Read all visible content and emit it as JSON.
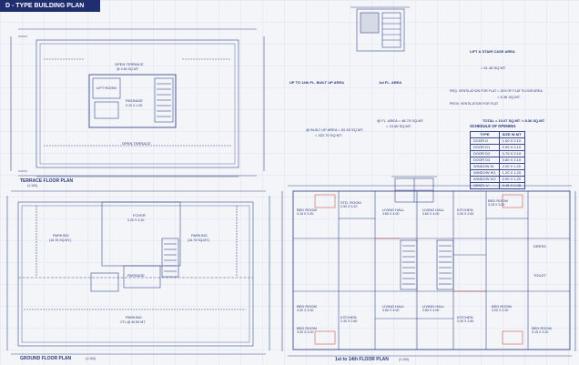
{
  "title": "D - TYPE BUILDING PLAN",
  "terrace": {
    "open_terrace_top": "OPEN TERRACE",
    "open_terrace_top_dim": "@ 4.60 SQ.MT.",
    "open_terrace_bottom": "OPEN TERRACE",
    "lift_room": "LIFT ROOM",
    "passage": "PASSAGE",
    "passage_dim": "3.10 X 1.00",
    "plan_title": "TERRACE  FLOOR PLAN",
    "plan_scale": "(1:100)"
  },
  "ground": {
    "parking_left": "PARKING",
    "parking_left_dim": "(15.76 SQ.MT.)",
    "foyer": "FOYER",
    "foyer_dim": "3.20 X 3.10",
    "parking_right": "PARKING",
    "parking_right_dim": "(15.76 SQ.MT.)",
    "passage": "PASSAGE",
    "parking_bottom": "PARKING",
    "parking_bottom_dim": "CTL @ 40.60 MT.",
    "plan_title": "GROUND FLOOR PLAN",
    "plan_scale": "(1:100)"
  },
  "typical": {
    "plan_title": "1st to 14th  FLOOR PLAN",
    "plan_scale": "(1:100)",
    "rooms": [
      {
        "name": "BED ROOM",
        "dim": "3.15 X 3.20"
      },
      {
        "name": "STD. ROOM",
        "dim": "2.90 X 3.20"
      },
      {
        "name": "LIVING HALL",
        "dim": "3.60 X 4.00"
      },
      {
        "name": "LIVING HALL",
        "dim": "3.60 X 4.00"
      },
      {
        "name": "KITCHEN",
        "dim": "2.40 X 2.60"
      },
      {
        "name": "BED ROOM",
        "dim": "3.15 X 3.30"
      },
      {
        "name": "DRESS",
        "dim": ""
      },
      {
        "name": "TOILET",
        "dim": ""
      },
      {
        "name": "BED ROOM",
        "dim": "3.00 X 3.30"
      },
      {
        "name": "KITCHEN",
        "dim": "2.40 X 2.60"
      },
      {
        "name": "LIVING HALL",
        "dim": "3.60 X 4.00"
      },
      {
        "name": "LIVING HALL",
        "dim": "3.60 X 4.00"
      },
      {
        "name": "KITCHEN",
        "dim": "2.40 X 2.60"
      },
      {
        "name": "BED ROOM",
        "dim": "3.00 X 3.30"
      },
      {
        "name": "BED ROOM",
        "dim": "3.00 X 3.20"
      },
      {
        "name": "BED ROOM",
        "dim": "3.15 X 3.20"
      }
    ]
  },
  "area_calc": {
    "header_left": "UP TO 14th FL. BUILT UP AREA",
    "header_right": "1st FL. AREA",
    "built_up_area": "@ BUILT UP AREA = 52.45 SQ.MT.",
    "built_up_total": "= 322.70 SQ.MT.",
    "fl_area": "@ FL. AREA = 48.75 SQ.MT.",
    "fl_area_total": "= 13.56 SQ.MT.",
    "lift_area_title": "LIFT & STAIR CASE AREA",
    "lift_area_total": "= 61.48 SQ.MT.",
    "ventilation_title": "REQ. VENTILATION FOR FLAT = 15% OF FLAT FLOOR AREA",
    "ventilation_value": "= 8.36 SQ.MT.",
    "prov_ventilation": "PROV. VENTILATION FOR FLAT",
    "total_value": "TOTAL = 10.07 SQ.MT. > 8.36 SQ.MT."
  },
  "schedule": {
    "title": "SCHEDULE OF OPENING",
    "headers": [
      "TYPE",
      "SIZE IN MT"
    ],
    "rows": [
      [
        "DOOR  D",
        "1.00 X 2.10"
      ],
      [
        "DOOR  D1",
        "0.90 X 2.10"
      ],
      [
        "DOOR  D2",
        "0.75 X 2.10"
      ],
      [
        "DOOR  D3",
        "0.80 X 2.10"
      ],
      [
        "WINDOW  W",
        "2.00 X 1.20"
      ],
      [
        "WINDOW  W1",
        "1.20 X 1.20"
      ],
      [
        "WINDOW  W2",
        "0.90 X 1.20"
      ],
      [
        "VENTI.  V",
        "0.45 X 0.45"
      ]
    ]
  },
  "colors": {
    "ink": "#2a3a7a",
    "title_bar": "#1f2e6e",
    "paper": "#f4f5f9",
    "accent_red": "#c0392b"
  }
}
